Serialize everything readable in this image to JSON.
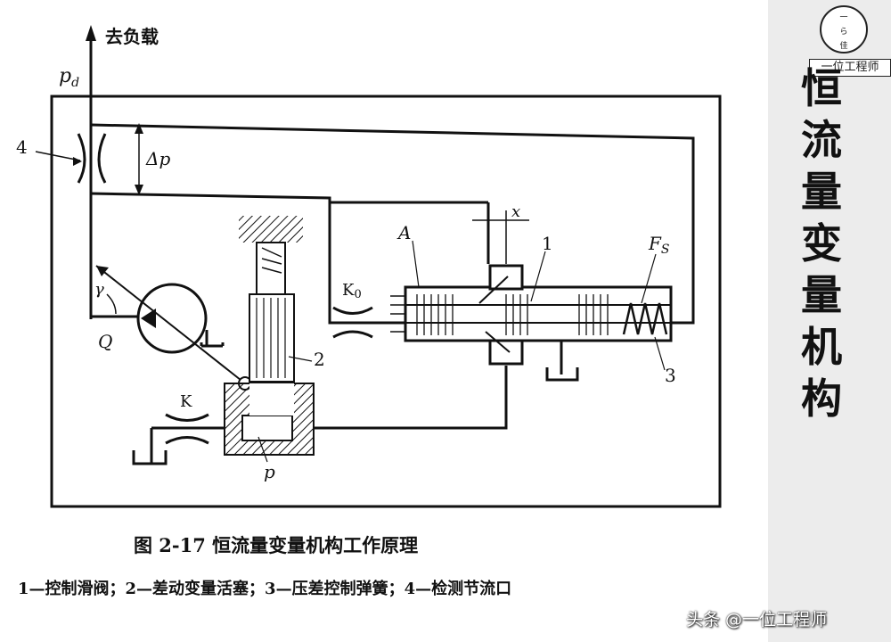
{
  "diagram": {
    "labels": {
      "to_load": "去负载",
      "pd": "p",
      "pd_sub": "d",
      "four": "4",
      "delta_p": "Δp",
      "x": "x",
      "A": "A",
      "one": "1",
      "Fs": "F",
      "Fs_sub": "S",
      "gamma": "γ",
      "Q": "Q",
      "K0": "K",
      "K0_sub": "0",
      "two": "2",
      "three": "3",
      "K": "K",
      "p": "p"
    },
    "caption": "图 2-17    恒流量变量机构工作原理",
    "legend": "1—控制滑阀；2—差动变量活塞；3—压差控制弹簧；4—检测节流口"
  },
  "side_panel": {
    "logo_text_top": "一",
    "logo_text_mid": "ら",
    "logo_text_bot": "佳",
    "logo_label": "一位工程师",
    "vertical_title": "恒流量变量机构"
  },
  "watermark": "头条 @一位工程师"
}
